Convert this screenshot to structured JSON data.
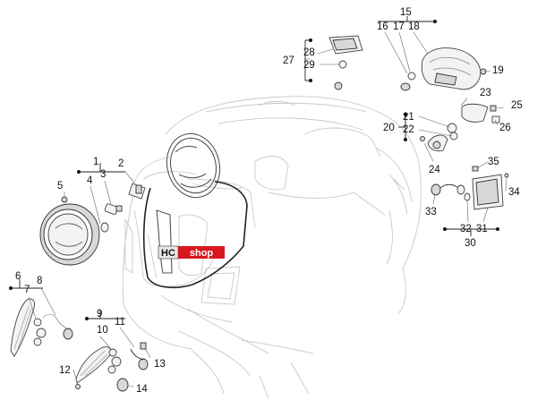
{
  "logo": {
    "left_text": "HC",
    "right_text": "shop",
    "left_bg": "#e8e8e8",
    "right_bg": "#d7191f"
  },
  "callouts": {
    "c1": "1",
    "c2": "2",
    "c3": "3",
    "c4": "4",
    "c5": "5",
    "c6": "6",
    "c7": "7",
    "c8": "8",
    "c9": "9",
    "c10": "10",
    "c11": "11",
    "c12": "12",
    "c13": "13",
    "c14": "14",
    "c15": "15",
    "c16": "16",
    "c17": "17",
    "c18": "18",
    "c19": "19",
    "c20": "20",
    "c21": "21",
    "c22": "22",
    "c23": "23",
    "c24": "24",
    "c25": "25",
    "c26": "26",
    "c27": "27",
    "c28": "28",
    "c29": "29",
    "c30": "30",
    "c31": "31",
    "c32": "32",
    "c33": "33",
    "c34": "34",
    "c35": "35"
  },
  "colors": {
    "outline": "#c9c9c9",
    "line": "#222222",
    "brand_red": "#d7191f"
  }
}
